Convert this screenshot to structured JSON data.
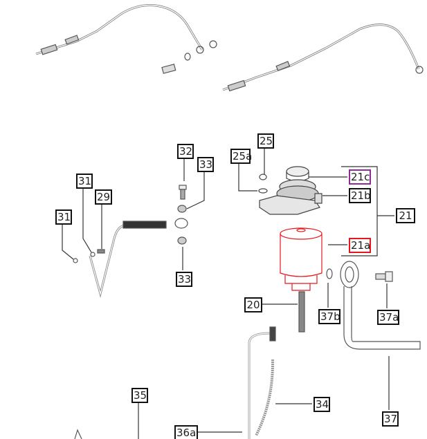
{
  "colors": {
    "highlight_21a": "#e8161b",
    "highlight_21c": "#8e2a9c",
    "line": "#333333"
  },
  "callouts": {
    "c25": "25",
    "c25a": "25a",
    "c21c": "21c",
    "c21b": "21b",
    "c21": "21",
    "c21a": "21a",
    "c32": "32",
    "c33_top": "33",
    "c31_upper": "31",
    "c29": "29",
    "c31_left": "31",
    "c33_bottom": "33",
    "c20": "20",
    "c37b": "37b",
    "c37a": "37a",
    "c35": "35",
    "c34": "34",
    "c36a": "36a",
    "c37": "37"
  }
}
